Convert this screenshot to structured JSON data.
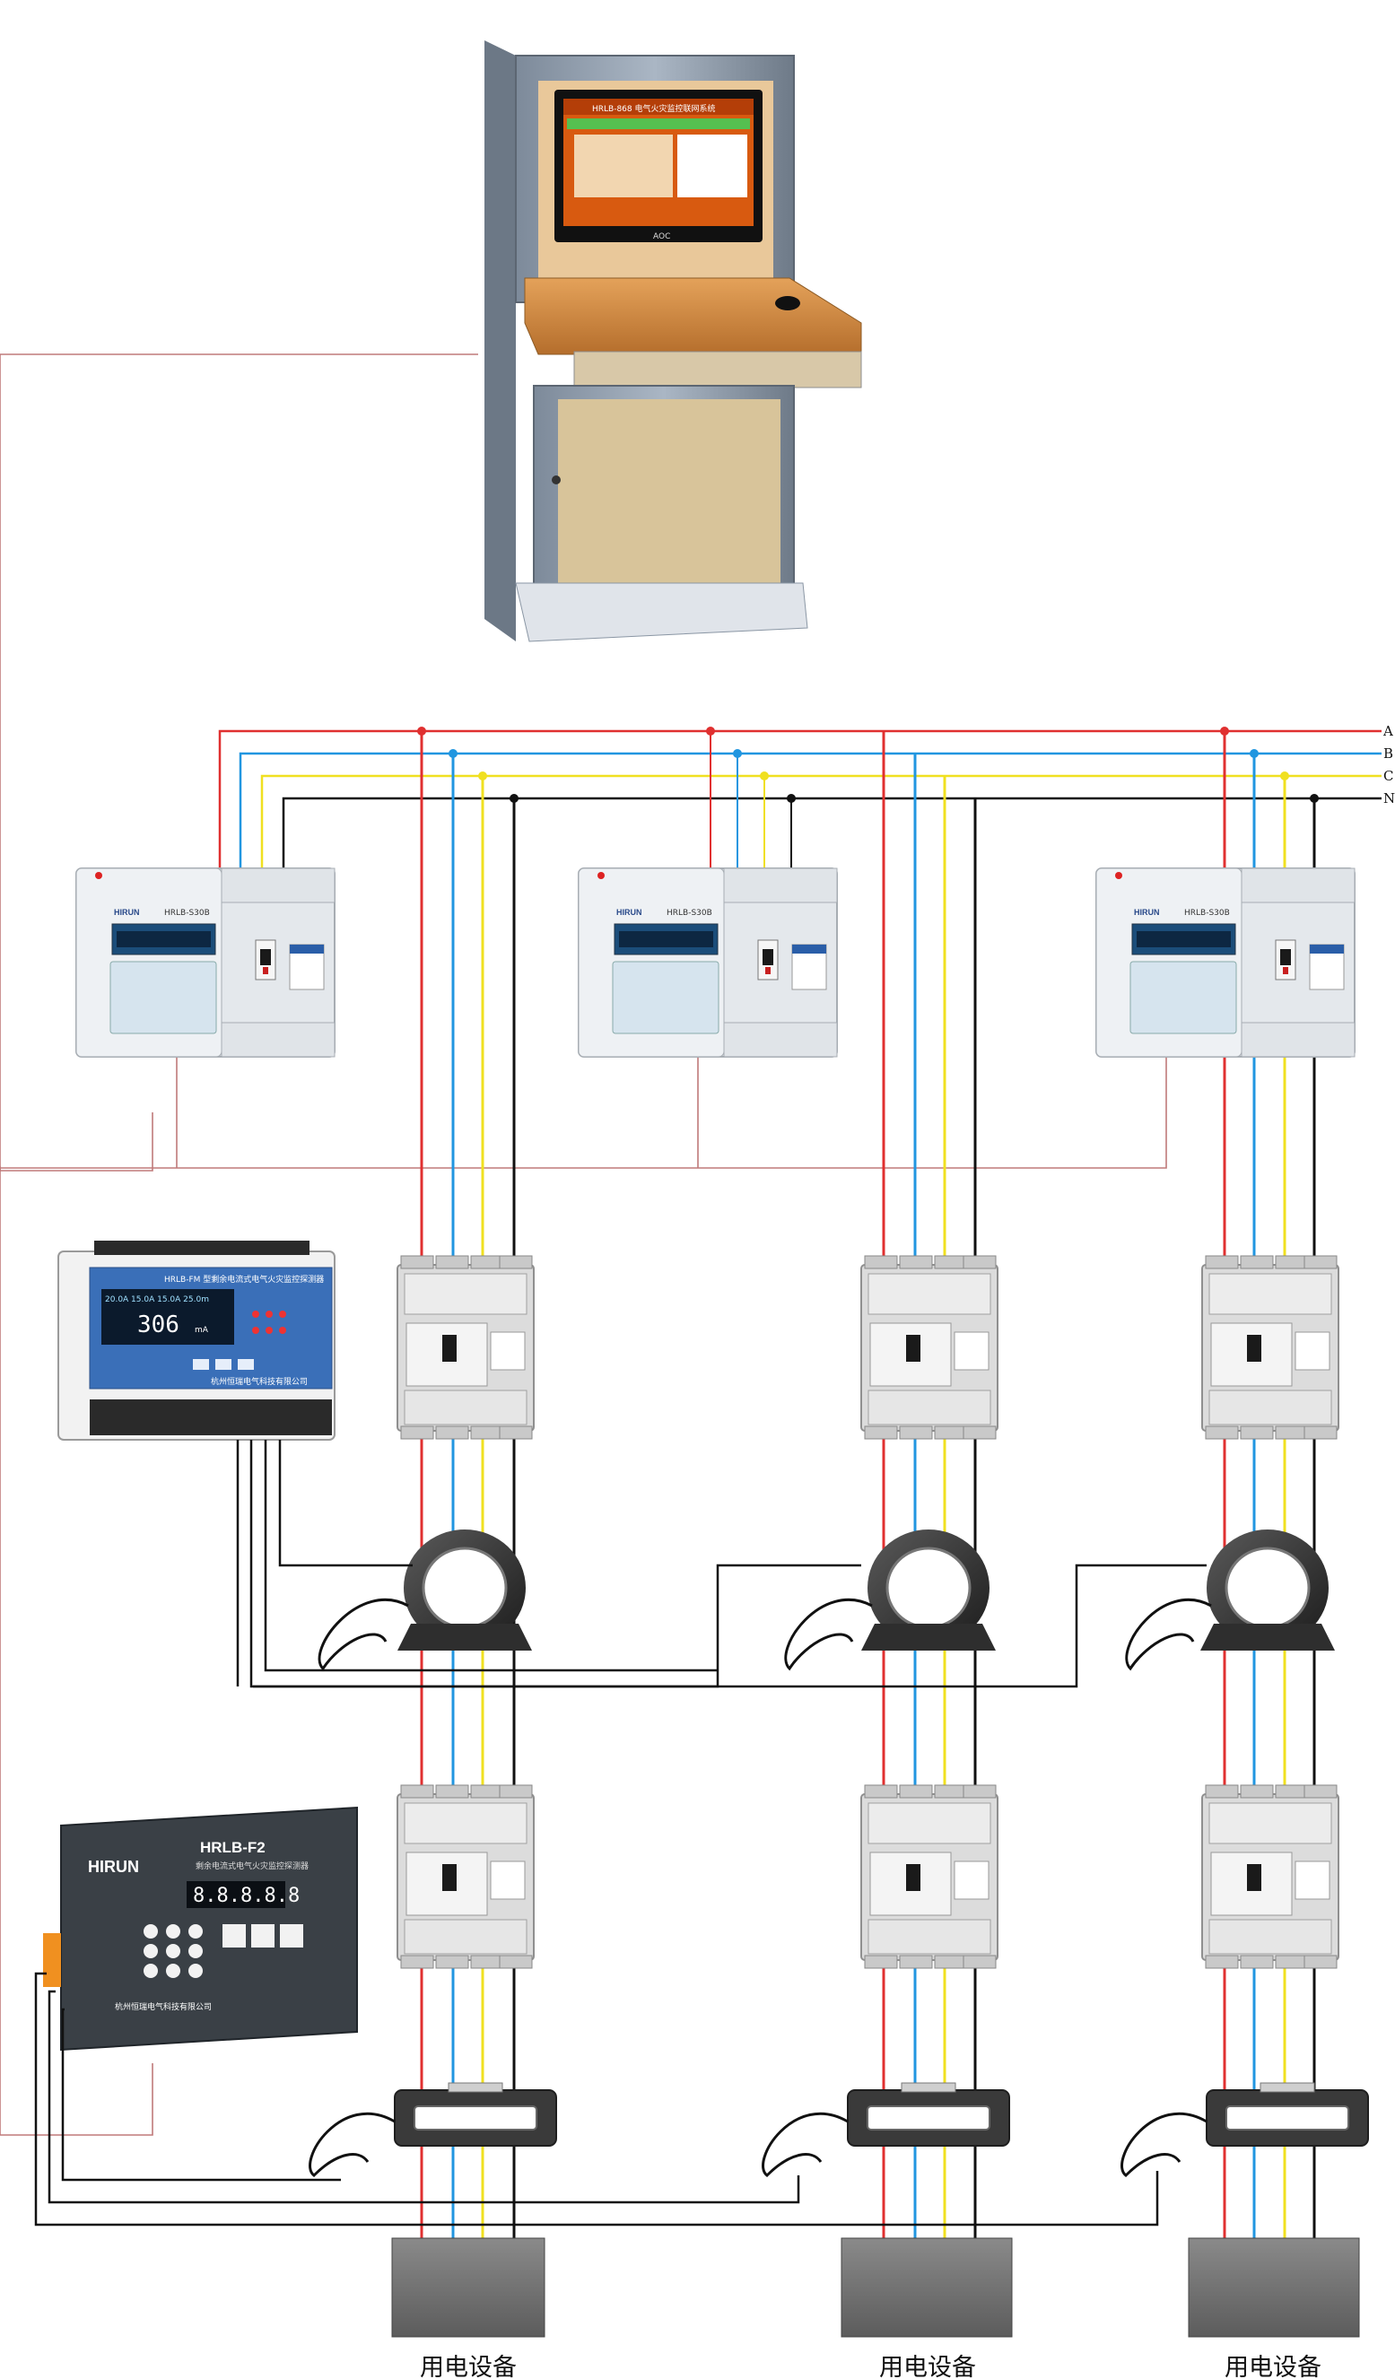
{
  "phase_labels": [
    "A",
    "B",
    "C",
    "N"
  ],
  "load_label": "用电设备",
  "workstation": {
    "screen_title": "HRLB-868 电气火灾监控联网系统",
    "brand_logo": "AOC"
  },
  "wall_detectors": {
    "brand": "HIRUN",
    "model": "HRLB-S30B"
  },
  "din_detector": {
    "model": "HRLB-FM 型剩余电流式电气火灾监控探测器",
    "display_top": "20.0A 15.0A 15.0A 25.0m",
    "display_value": "306",
    "display_unit": "mA",
    "company": "杭州恒瑞电气科技有限公司"
  },
  "panel_detector": {
    "brand": "HIRUN",
    "model": "HRLB-F2",
    "subtitle": "剩余电流式电气火灾监控探测器",
    "company": "杭州恒瑞电气科技有限公司"
  },
  "colors": {
    "phase_a": "#e03030",
    "phase_b": "#2196e0",
    "phase_c": "#f0e020",
    "neutral": "#111111",
    "signal_wire": "#c07a7a"
  }
}
